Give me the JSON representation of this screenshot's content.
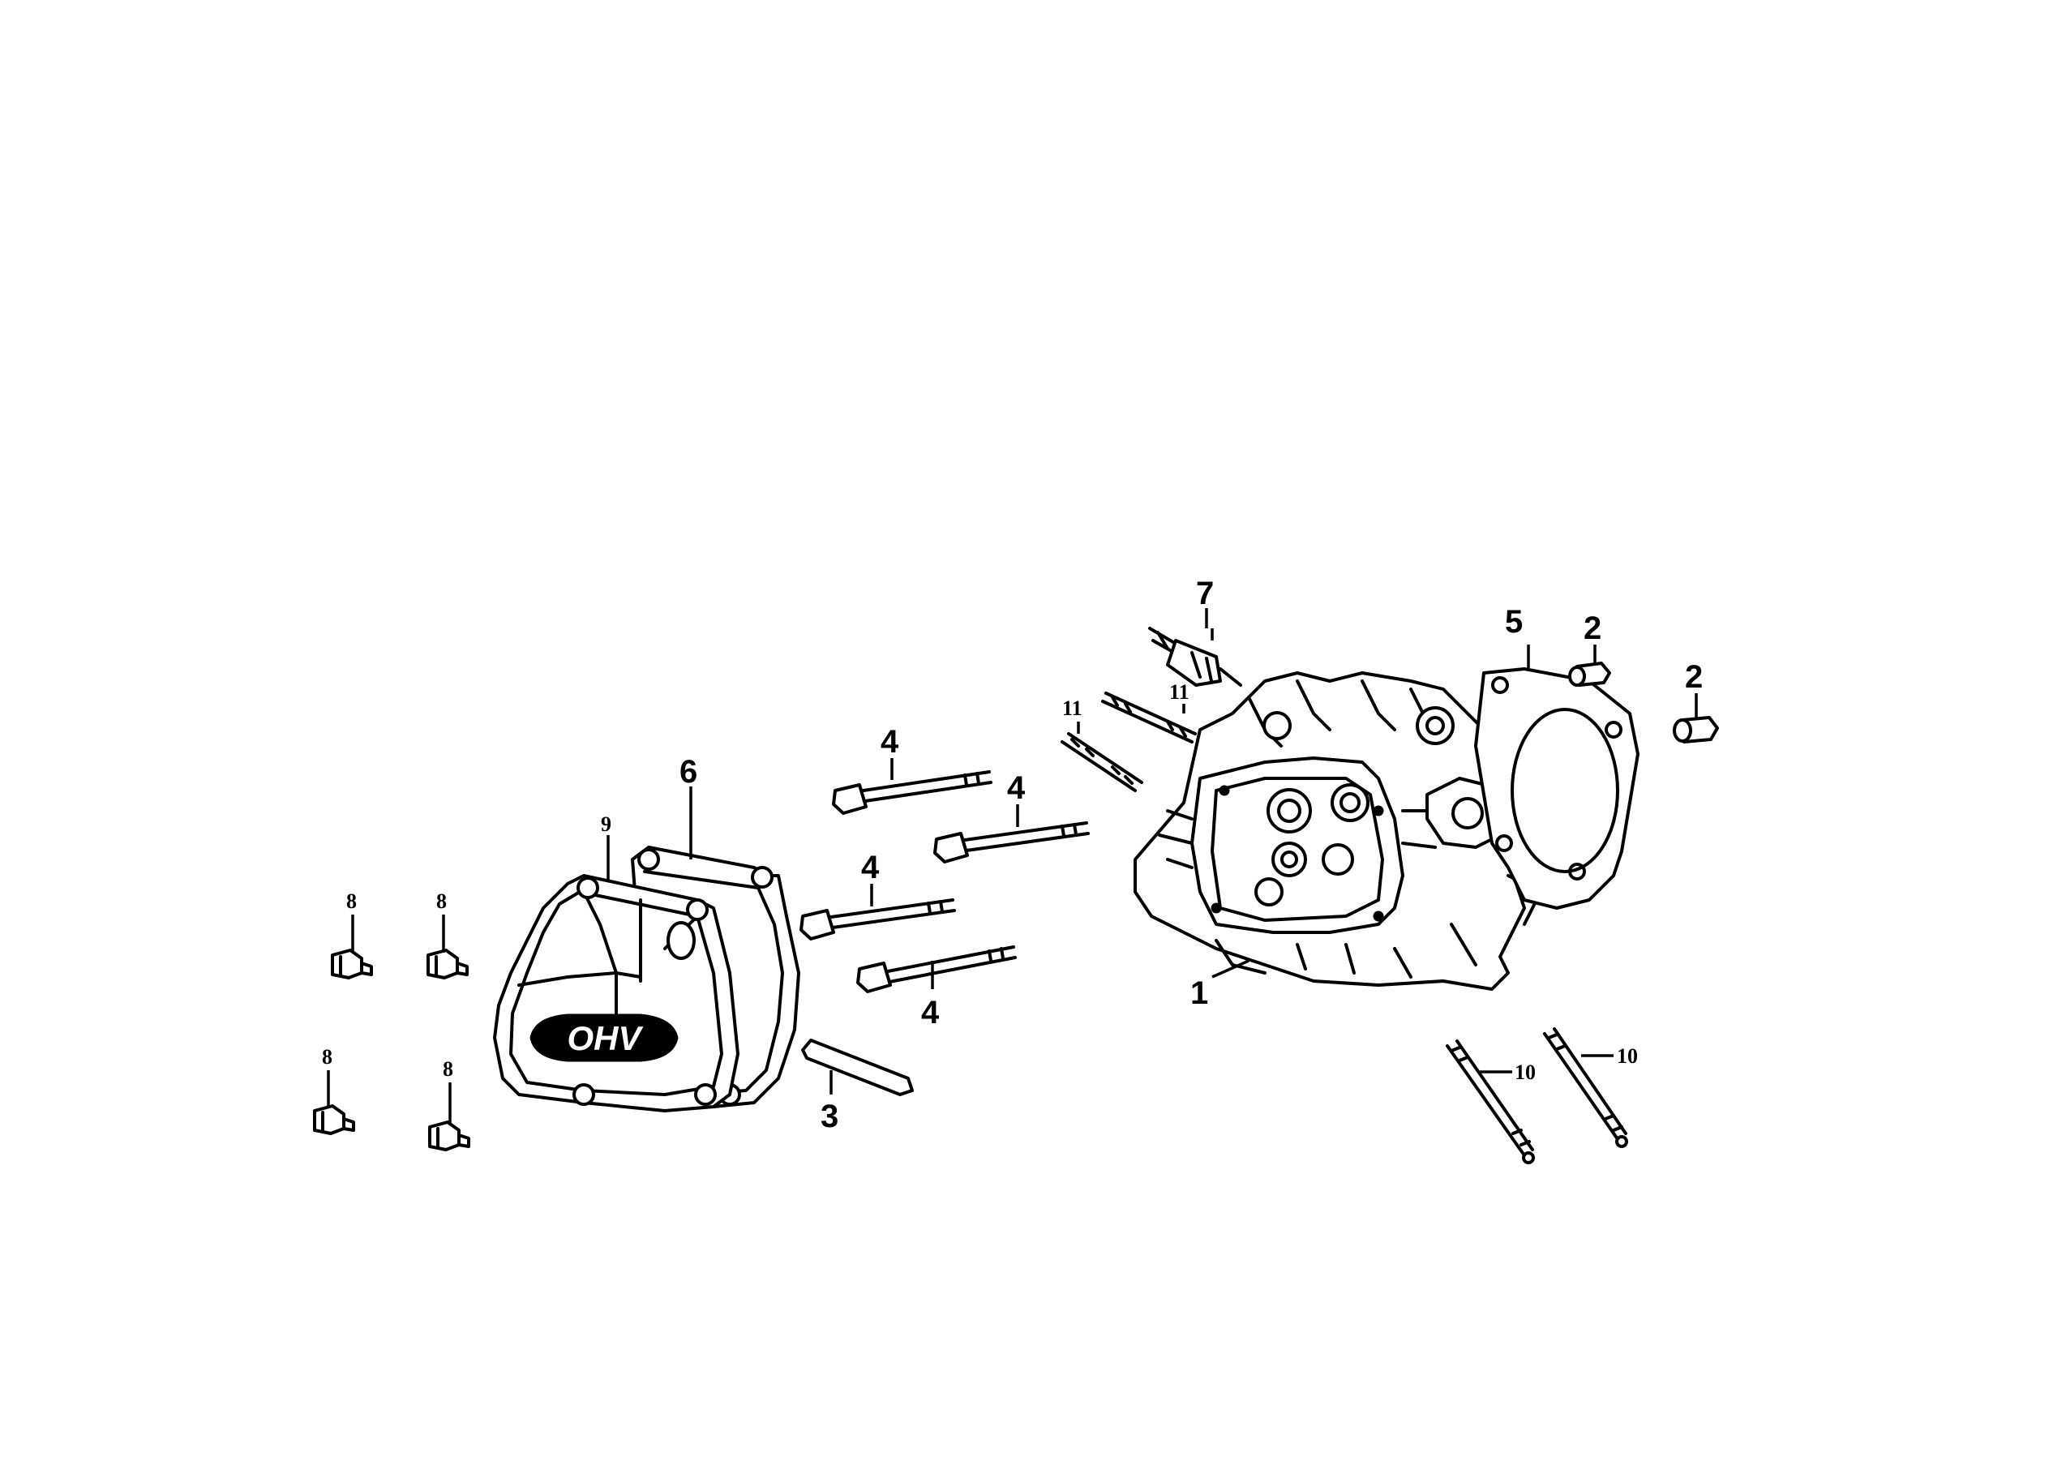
{
  "callouts": {
    "c1": "1",
    "c2a": "2",
    "c2b": "2",
    "c3": "3",
    "c4a": "4",
    "c4b": "4",
    "c4c": "4",
    "c4d": "4",
    "c5": "5",
    "c6": "6",
    "c7": "7",
    "c8a": "8",
    "c8b": "8",
    "c8c": "8",
    "c8d": "8",
    "c9": "9",
    "c10a": "10",
    "c10b": "10",
    "c11a": "11",
    "c11b": "11"
  },
  "logo_text": "OHV"
}
